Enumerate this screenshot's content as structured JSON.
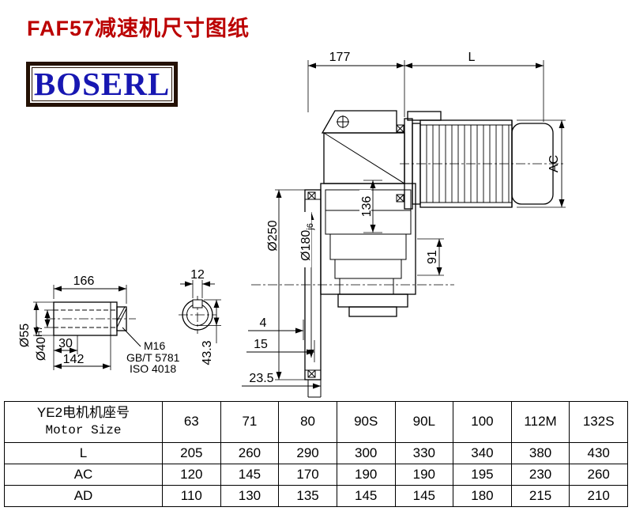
{
  "page": {
    "title": "FAF57减速机尺寸图纸",
    "logo_text": "BOSERL"
  },
  "drawing": {
    "dim_177": "177",
    "dim_L": "L",
    "dim_AC": "AC",
    "dim_250": "Ø250",
    "dim_180": "Ø180",
    "dim_180_tol": "j6",
    "dim_136": "136",
    "dim_91": "91",
    "dim_4": "4",
    "dim_15": "15",
    "dim_23_5": "23.5"
  },
  "shaft_view": {
    "dim_166": "166",
    "dim_12": "12",
    "dim_30": "30",
    "dim_142": "142",
    "dim_55": "Ø55",
    "dim_40": "Ø40",
    "dim_40_tol": "H7",
    "thread": "M16",
    "standard_gb": "GB/T 5781",
    "standard_iso": "ISO 4018",
    "dim_43_3": "43.3"
  },
  "table": {
    "header_cn": "YE2电机机座号",
    "header_en": "Motor Size",
    "motor_sizes": [
      "63",
      "71",
      "80",
      "90S",
      "90L",
      "100",
      "112M",
      "132S"
    ],
    "rows": [
      {
        "label": "L",
        "values": [
          "205",
          "260",
          "290",
          "300",
          "330",
          "340",
          "380",
          "430"
        ]
      },
      {
        "label": "AC",
        "values": [
          "120",
          "145",
          "170",
          "190",
          "190",
          "195",
          "230",
          "260"
        ]
      },
      {
        "label": "AD",
        "values": [
          "110",
          "130",
          "135",
          "145",
          "145",
          "180",
          "215",
          "210"
        ]
      }
    ]
  }
}
